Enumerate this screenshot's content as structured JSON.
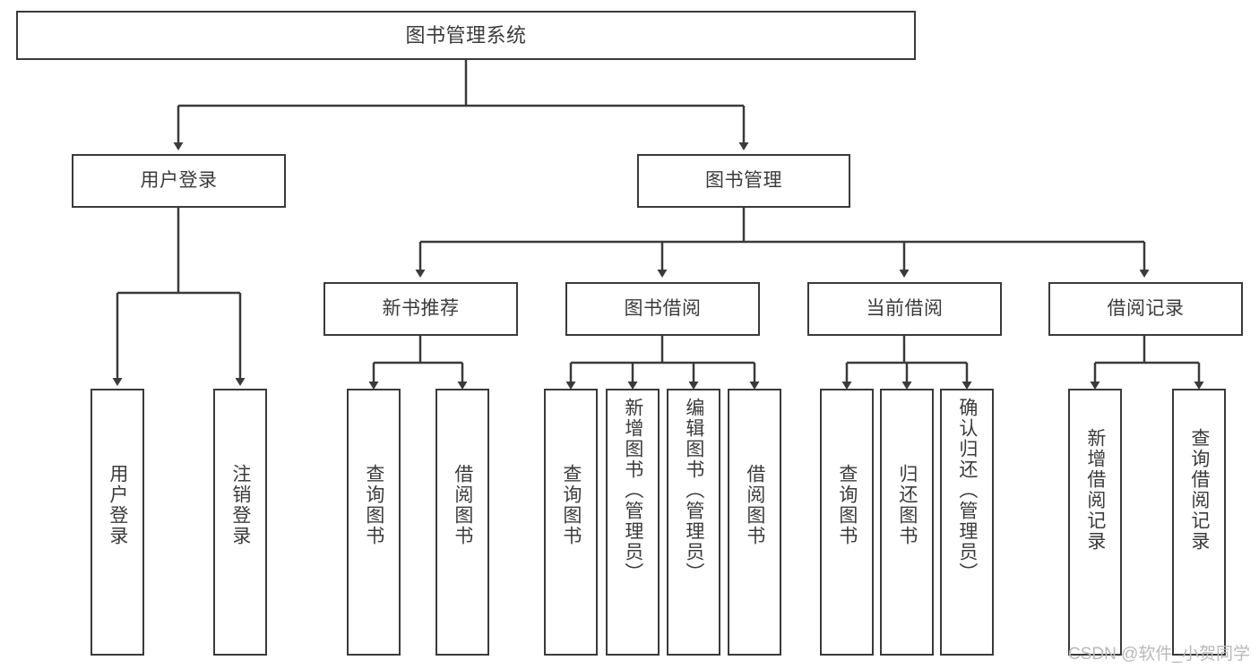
{
  "diagram": {
    "type": "tree-hierarchy",
    "title": "图书管理系统",
    "root": {
      "label": "图书管理系统"
    },
    "level2": [
      {
        "label": "用户登录"
      },
      {
        "label": "图书管理"
      }
    ],
    "level3": [
      {
        "label": "新书推荐"
      },
      {
        "label": "图书借阅"
      },
      {
        "label": "当前借阅"
      },
      {
        "label": "借阅记录"
      }
    ],
    "leaves": {
      "user_login": [
        {
          "label": "用户登录"
        },
        {
          "label": "注销登录"
        }
      ],
      "new_book_recommend": [
        {
          "label": "查询图书"
        },
        {
          "label": "借阅图书"
        }
      ],
      "book_borrow": [
        {
          "label": "查询图书"
        },
        {
          "label": "新增图书（管理员）"
        },
        {
          "label": "编辑图书（管理员）"
        },
        {
          "label": "借阅图书"
        }
      ],
      "current_borrow": [
        {
          "label": "查询图书"
        },
        {
          "label": "归还图书"
        },
        {
          "label": "确认归还（管理员）"
        }
      ],
      "borrow_record": [
        {
          "label": "新增借阅记录"
        },
        {
          "label": "查询借阅记录"
        }
      ]
    }
  },
  "watermark": {
    "text": "CSDN @软件_小贺同学"
  },
  "colors": {
    "box_border": "#3a3a3a",
    "edge": "#3a3a3a",
    "text": "#3b3b3b",
    "background": "#ffffff",
    "watermark": "#b9b9b9"
  }
}
